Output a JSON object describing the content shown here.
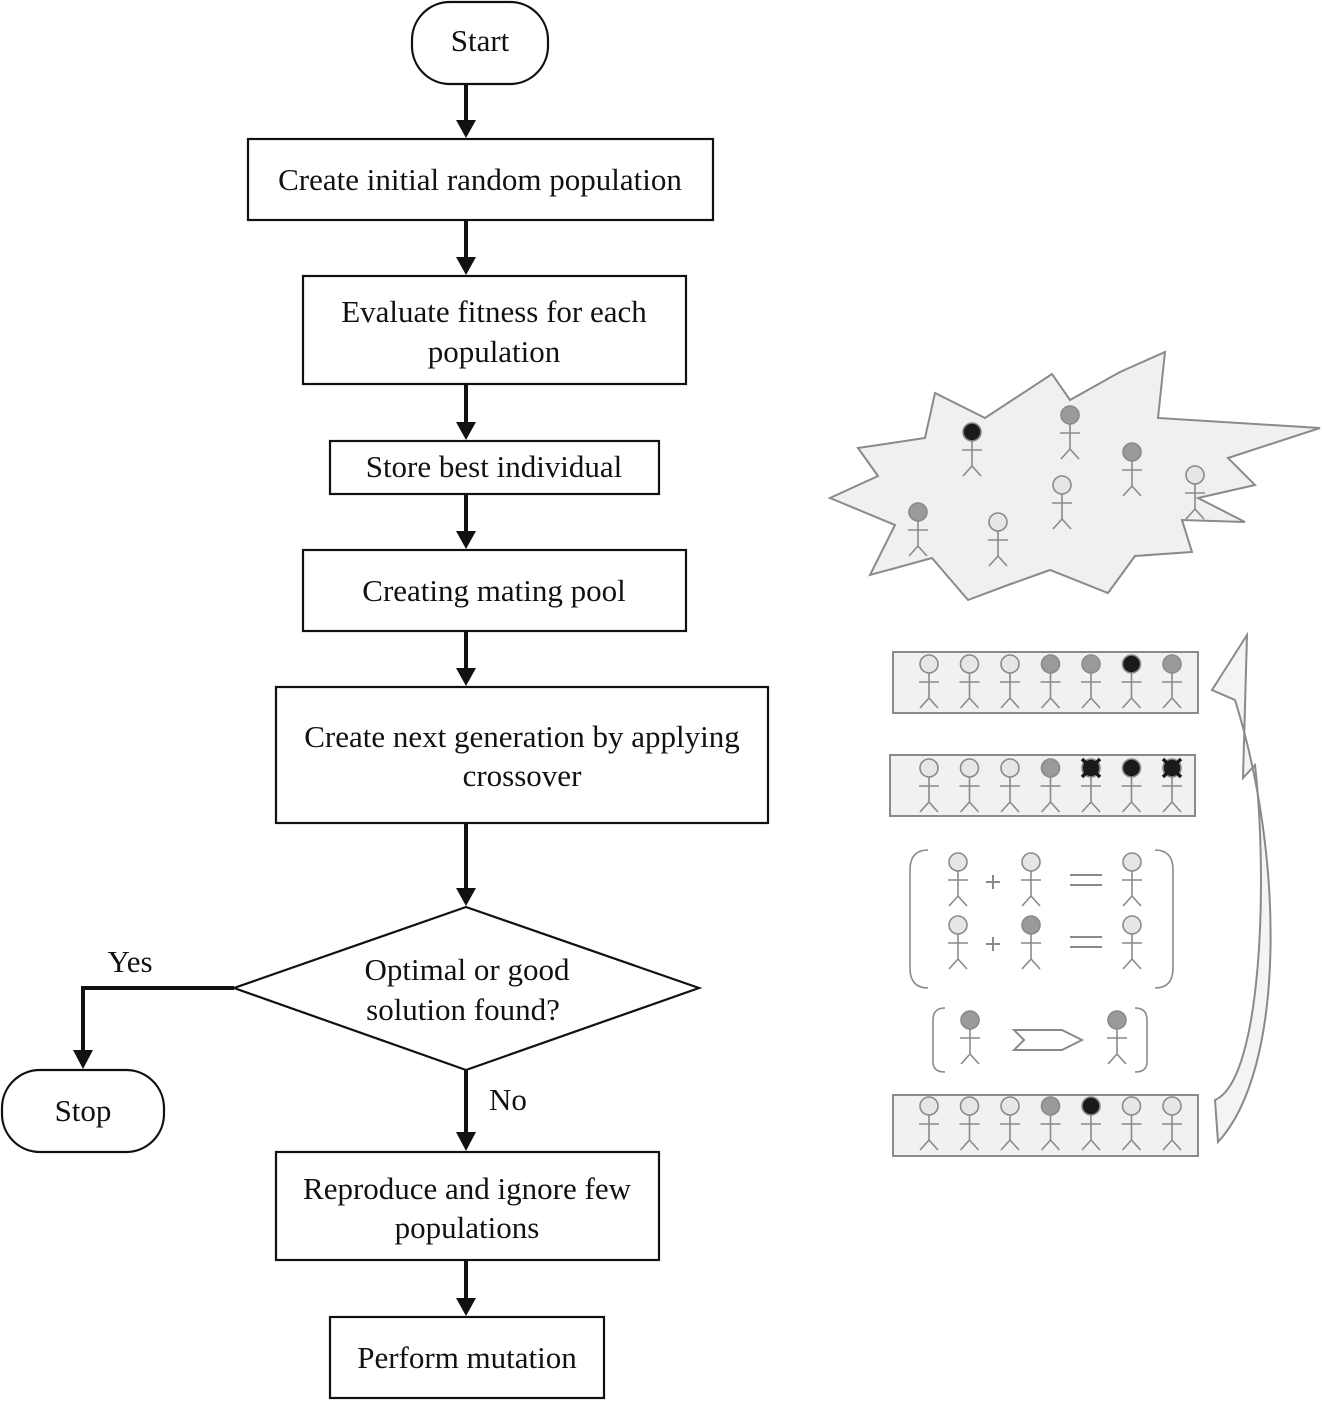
{
  "flowchart": {
    "start": "Start",
    "create_population": "Create initial random population",
    "evaluate_fitness": [
      "Evaluate fitness for each",
      "population"
    ],
    "store_best": "Store best individual",
    "mating_pool": "Creating mating pool",
    "next_generation": [
      "Create next generation by applying",
      "crossover"
    ],
    "decision": [
      "Optimal or good",
      "solution found?"
    ],
    "yes_label": "Yes",
    "no_label": "No",
    "stop": "Stop",
    "reproduce": [
      "Reproduce and ignore few",
      "populations"
    ],
    "mutation": "Perform mutation"
  },
  "illustration": {
    "icons": [
      "individual-icon",
      "cross-mark-icon",
      "plus-icon",
      "equals-icon",
      "arrow-icon",
      "curved-arrow-icon"
    ],
    "colors": {
      "light_individual": "#e6e6e6",
      "mid_individual": "#9a9a9a",
      "dark_individual": "#1a1a1a",
      "outline": "#8a8a8a",
      "burst_fill": "#f0f0f0"
    }
  }
}
